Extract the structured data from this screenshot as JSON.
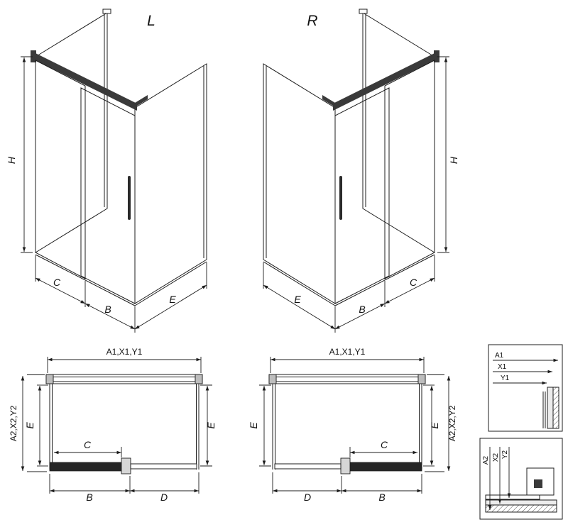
{
  "colors": {
    "line": "#1c1c1c",
    "track_dark": "#3a3a3a",
    "background": "#ffffff"
  },
  "iso_left": {
    "title": "L",
    "dim_height": "H",
    "dim_front_left": "C",
    "dim_front_right": "B",
    "dim_side": "E"
  },
  "iso_right": {
    "title": "R",
    "dim_height": "H",
    "dim_front_right": "C",
    "dim_front_middle": "B",
    "dim_side": "E"
  },
  "plan_left": {
    "dim_top": "A1,X1,Y1",
    "dim_left_outer": "A2,X2,Y2",
    "dim_left_inner": "E",
    "dim_right_inner": "E",
    "dim_opening": "C",
    "dim_bottom_left": "B",
    "dim_bottom_right": "D"
  },
  "plan_right": {
    "dim_top": "A1,X1,Y1",
    "dim_right_outer": "A2,X2,Y2",
    "dim_left_inner": "E",
    "dim_right_inner": "E",
    "dim_opening": "C",
    "dim_bottom_left": "D",
    "dim_bottom_right": "B"
  },
  "detail_width": {
    "labels": [
      "A1",
      "X1",
      "Y1"
    ]
  },
  "detail_depth": {
    "labels": [
      "A2",
      "X2",
      "Y2"
    ]
  }
}
